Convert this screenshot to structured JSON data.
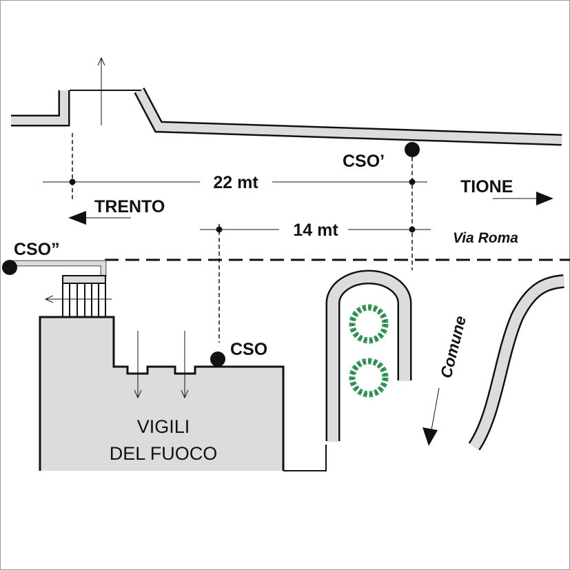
{
  "labels": {
    "cso_prime": "CSO’",
    "cso_double_prime": "CSO”",
    "cso": "CSO",
    "dim_22": "22 mt",
    "dim_14": "14 mt",
    "tione": "TIONE",
    "trento": "TRENTO",
    "via_roma": "Via Roma",
    "comune": "Comune",
    "building_line1": "VIGILI",
    "building_line2": "DEL FUOCO"
  },
  "colors": {
    "road_fill": "#dcdcdc",
    "building_fill": "#dcdcdc",
    "tree": "#3a9a5e",
    "ink": "#111111"
  }
}
